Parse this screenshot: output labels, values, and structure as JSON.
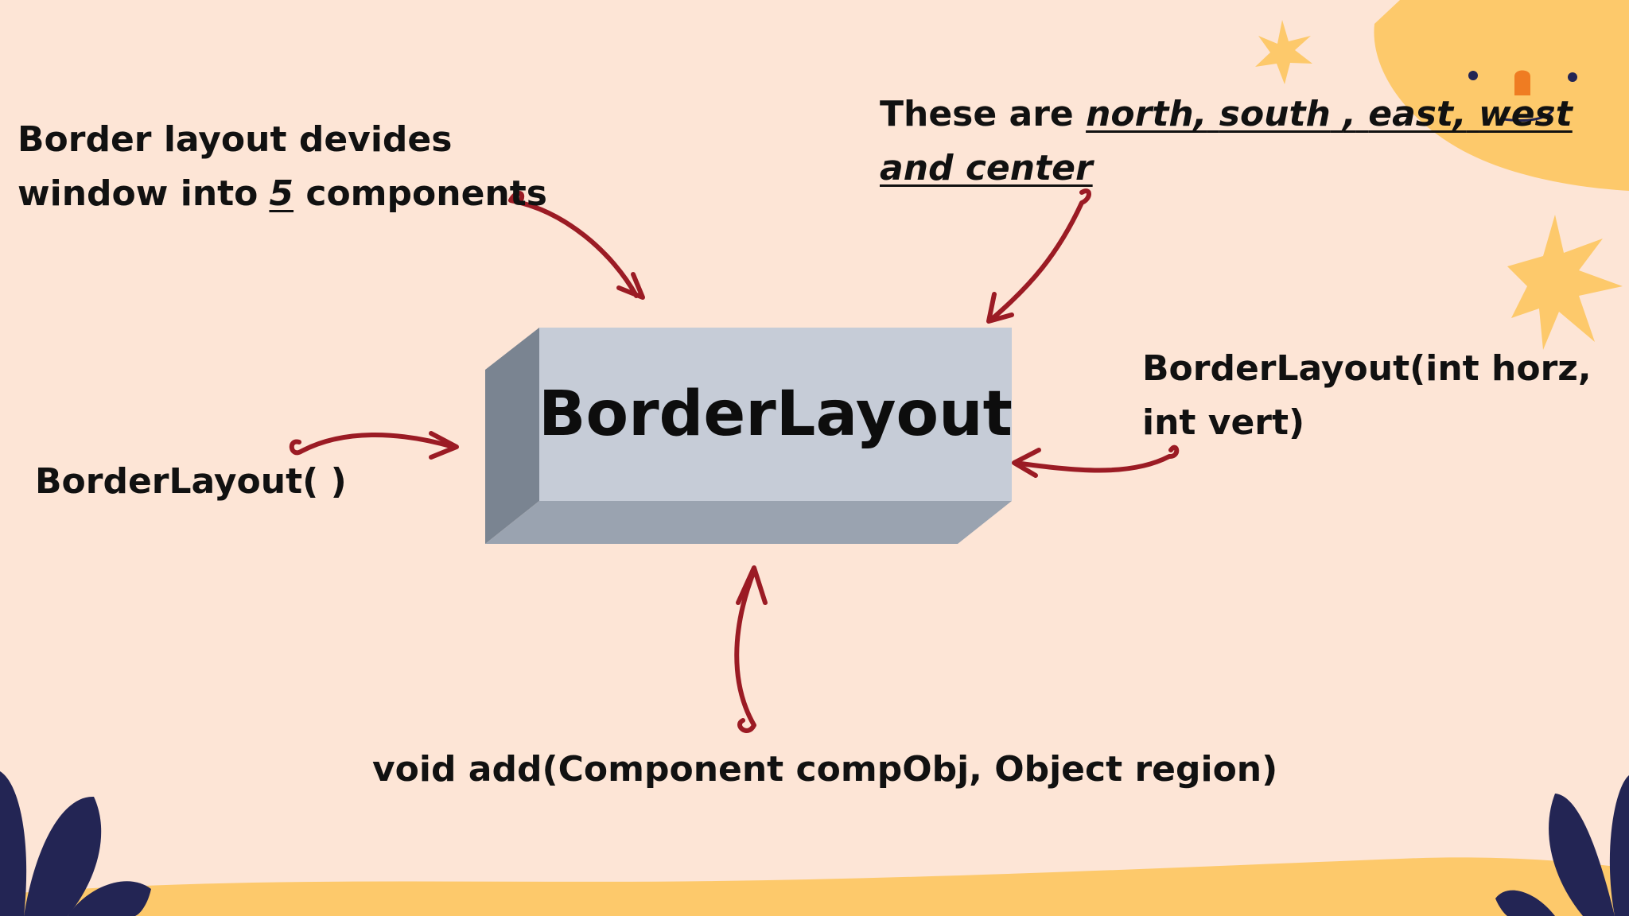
{
  "slide": {
    "center_box": {
      "label": "BorderLayout"
    },
    "top_left": {
      "line1": "Border layout devides",
      "line2_prefix": "window into",
      "line2_number": "5",
      "line2_suffix": "components"
    },
    "top_right": {
      "prefix": "These are",
      "north": "north,",
      "south": "south",
      "comma": ",",
      "east": "east,",
      "west": "west",
      "line2": "and center"
    },
    "right": {
      "line1": "BorderLayout(int horz,",
      "line2": "int vert)"
    },
    "left": {
      "text": "BorderLayout( )"
    },
    "bottom": {
      "text": "void add(Component compObj, Object region)"
    }
  },
  "colors": {
    "background": "#fde5d6",
    "arrow": "#9b1b24",
    "box_front": "#c6ccd7",
    "box_side": "#7a8491",
    "box_bottom": "#9aa3b0",
    "sun": "#fdc96b",
    "leaf": "#232554"
  },
  "icons": [
    "star-icon",
    "sun-face-icon",
    "leaf-icon"
  ]
}
